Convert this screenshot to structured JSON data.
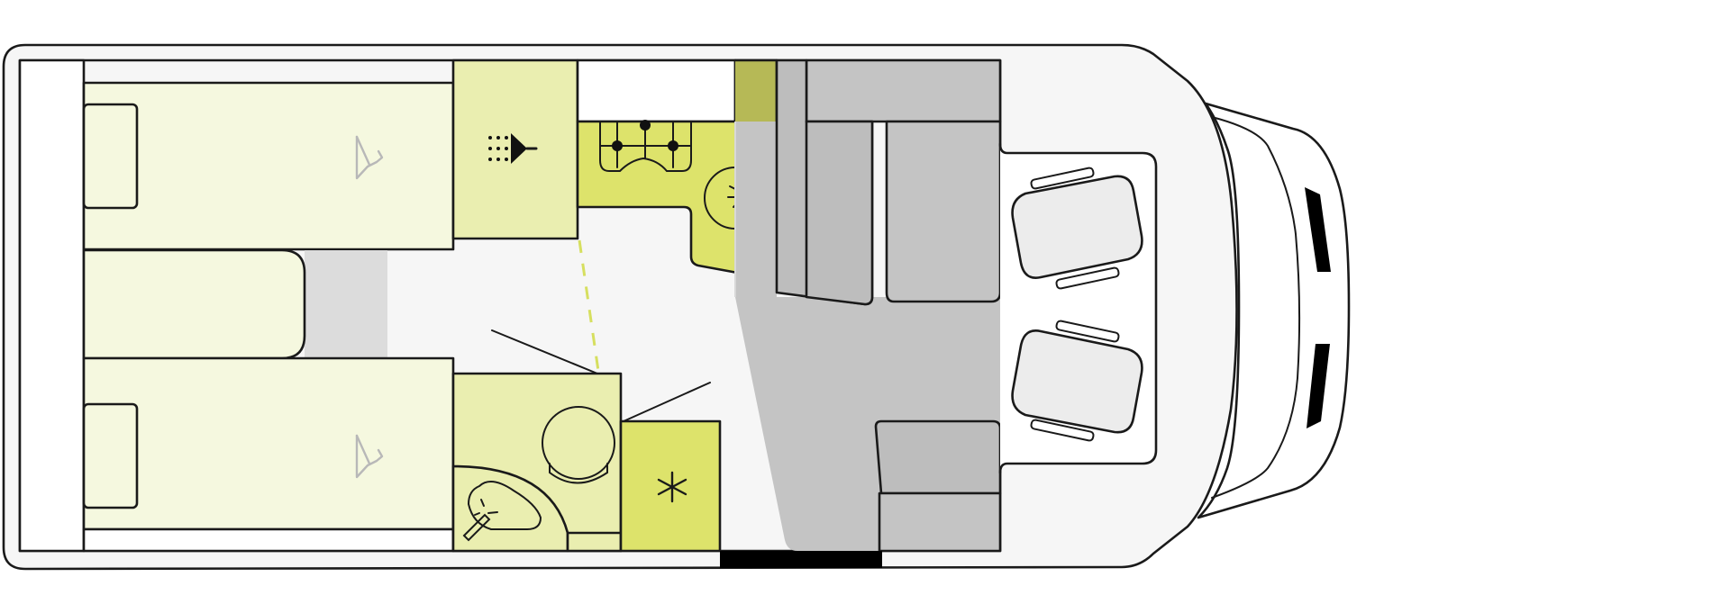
{
  "layout": {
    "name": "motorhome-floor-plan",
    "orientation": "cab-right"
  },
  "zones": {
    "rear_beds": {
      "count": 2,
      "type": "single-beds-lengthwise"
    },
    "wardrobe": {
      "icon": "hanger-icon",
      "count": 2
    },
    "shower": {
      "icon": "shower-head-icon"
    },
    "kitchen": {
      "hob_burners": 3,
      "sink": "round-sink"
    },
    "washroom": {
      "toilet": "cassette-toilet",
      "basin": "wash-basin"
    },
    "fridge": {
      "icon": "snowflake-icon"
    },
    "dinette": {
      "type": "bench-seating"
    },
    "cab": {
      "seats": 2,
      "type": "swivel-seats"
    },
    "entrance": {
      "type": "side-door"
    }
  },
  "colors": {
    "bed": "#f5f8df",
    "wardrobe_block": "#eaeeb0",
    "kitchen_counter": "#dde36b",
    "kitchen_tall": "#b6b956",
    "fridge": "#dde36b",
    "washroom": "#eaeeb0",
    "floor": "#f6f6f6",
    "walkway": "#c4c4c4",
    "bench": "#bdbdbd",
    "seat": "#ececec",
    "outline": "#1a1a1a",
    "door": "#000000"
  }
}
